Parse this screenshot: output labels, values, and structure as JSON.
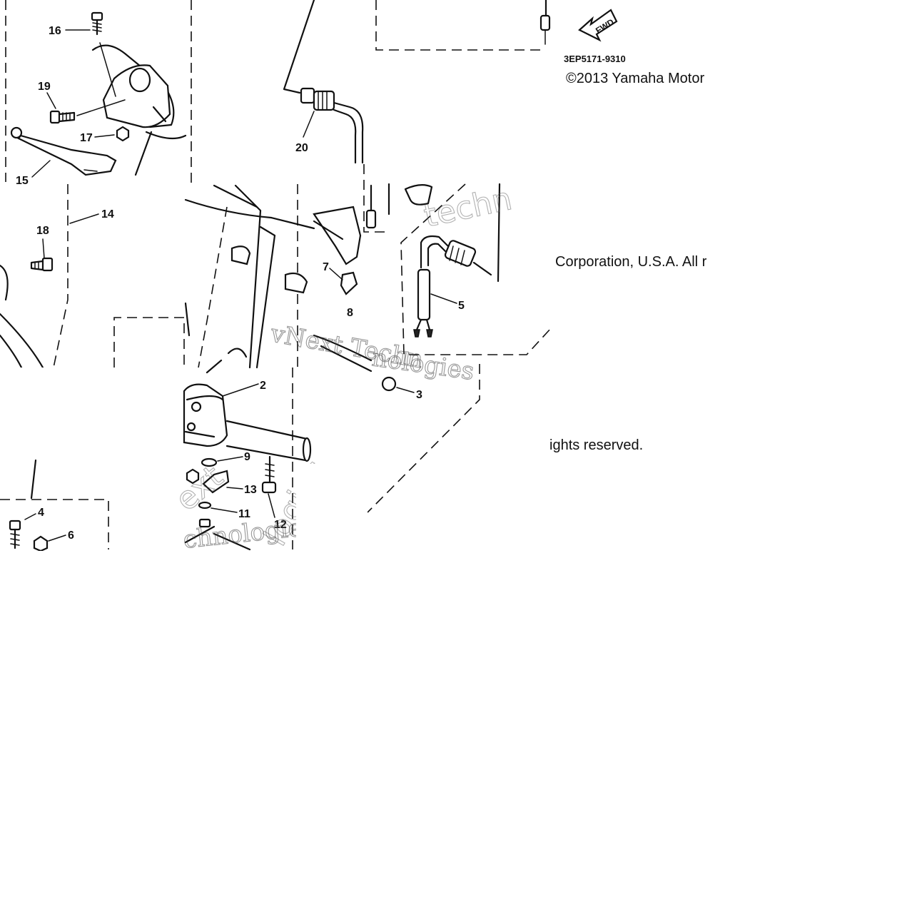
{
  "diagram": {
    "callouts": {
      "c2": "2",
      "c3": "3",
      "c4": "4",
      "c5": "5",
      "c6": "6",
      "c7": "7",
      "c8": "8",
      "c9": "9",
      "c11": "11",
      "c12": "12",
      "c13": "13",
      "c14": "14",
      "c15": "15",
      "c16": "16",
      "c17": "17",
      "c18": "18",
      "c19": "19",
      "c20": "20"
    },
    "fwd_label": "FWD",
    "part_code": "3EP5171-9310",
    "copyright_parts": {
      "line1": "©2013 Yamaha Motor",
      "line2": "Corporation, U.S.A. All r",
      "line3": "ights reserved."
    },
    "watermarks": {
      "wm1": "vNext Techn",
      "wm2": "nologies",
      "wm3": "techn",
      "wm4": "ext",
      "wm5": "chnologies",
      "wm6": "logies"
    }
  }
}
